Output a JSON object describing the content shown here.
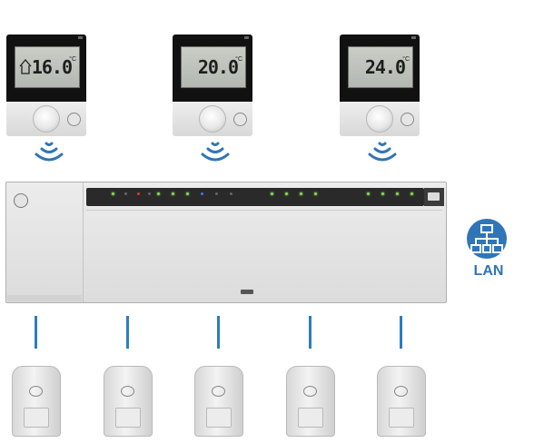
{
  "thermostats": [
    {
      "temperature": "16.0",
      "unit": "°C"
    },
    {
      "temperature": "20.0",
      "unit": "°C"
    },
    {
      "temperature": "24.0",
      "unit": "°C"
    }
  ],
  "lan": {
    "label": "LAN"
  },
  "colors": {
    "accent": "#2f75b8",
    "led_on": "#7fdc4f"
  },
  "icons": [
    "wireless-signal-icon",
    "lan-network-icon",
    "house-icon"
  ]
}
